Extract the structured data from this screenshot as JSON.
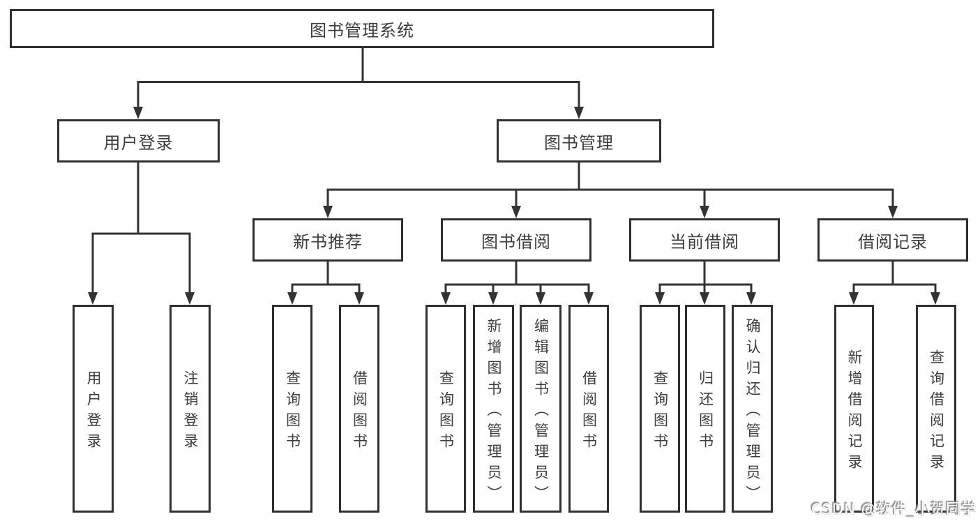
{
  "style": {
    "line_color": "#333333",
    "text_color": "#3d3d3d",
    "box_fill": "#ffffff",
    "background": "#ffffff"
  },
  "diagram": {
    "root": {
      "label": "图书管理系统"
    },
    "level2": [
      {
        "label": "用户登录"
      },
      {
        "label": "图书管理"
      }
    ],
    "level3": [
      {
        "label": "新书推荐"
      },
      {
        "label": "图书借阅"
      },
      {
        "label": "当前借阅"
      },
      {
        "label": "借阅记录"
      }
    ],
    "leaves": {
      "user_login": [
        {
          "label": "用户登录"
        },
        {
          "label": "注销登录"
        }
      ],
      "new_book_recommendation": [
        {
          "label": "查询图书"
        },
        {
          "label": "借阅图书"
        }
      ],
      "book_borrowing": [
        {
          "label": "查询图书"
        },
        {
          "label": "新增图书（管理员）"
        },
        {
          "label": "编辑图书（管理员）"
        },
        {
          "label": "借阅图书"
        }
      ],
      "current_borrowing": [
        {
          "label": "查询图书"
        },
        {
          "label": "归还图书"
        },
        {
          "label": "确认归还（管理员）"
        }
      ],
      "borrowing_records": [
        {
          "label": "新增借阅记录"
        },
        {
          "label": "查询借阅记录"
        }
      ]
    }
  },
  "watermark": {
    "text": "CSDN @软件_小贺同学"
  }
}
